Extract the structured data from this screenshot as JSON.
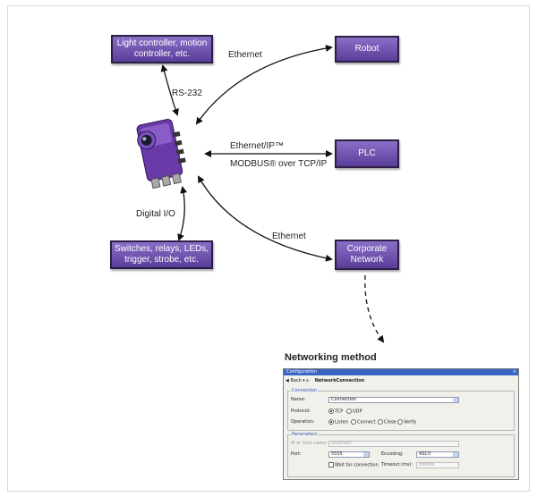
{
  "nodes": {
    "light_controller": "Light controller, motion controller, etc.",
    "robot": "Robot",
    "plc": "PLC",
    "switches": "Switches, relays, LEDs, trigger, strobe, etc.",
    "corporate_network": "Corporate Network"
  },
  "edges": {
    "rs232": "RS-232",
    "ethernet_robot": "Ethernet",
    "ethernet_ip": "Ethernet/IP™",
    "modbus": "MODBUS® over TCP/IP",
    "digital_io": "Digital I/O",
    "ethernet_corporate": "Ethernet"
  },
  "networking_title": "Networking method",
  "config": {
    "window_title": "Configuration",
    "back_label": "Back",
    "page_name": "NetworkConnection",
    "connection_group": "Connection",
    "name_label": "Name:",
    "name_value": "Connection",
    "protocol_label": "Protocol:",
    "protocol_tcp": "TCP",
    "protocol_udp": "UDP",
    "operation_label": "Operation:",
    "op_listen": "Listen",
    "op_connect": "Connect",
    "op_close": "Close",
    "op_verify": "Verify",
    "parameters_group": "Parameters",
    "ip_label": "IP or host name:",
    "ip_value": "localhost",
    "port_label": "Port:",
    "port_value": "5555",
    "encoding_label": "Encoding:",
    "encoding_value": "ASCII",
    "wait_label": "Wait for connection",
    "timeout_label": "Timeout (ms):",
    "timeout_value": "Infinite"
  },
  "colors": {
    "box_fill": "#6b4fb0",
    "box_border": "#2b1f45",
    "camera": "#6a3aa8"
  }
}
